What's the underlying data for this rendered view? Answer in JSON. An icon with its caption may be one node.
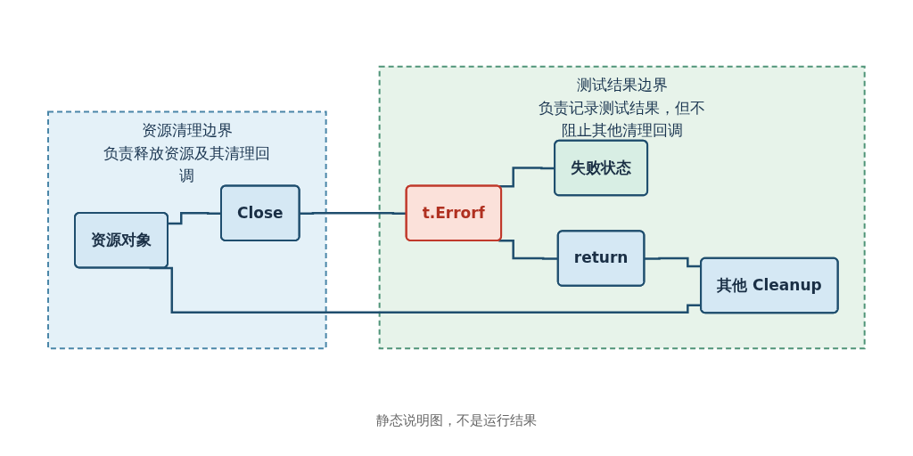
{
  "diagram": {
    "caption": "静态说明图，不是运行结果",
    "nodes": [
      {
        "text": [
          "资源清理边界",
          "负责释放资源及其清理回调"
        ]
      },
      {
        "text": [
          "资源对象"
        ],
        "in": 0
      },
      {
        "text": [
          "Close"
        ],
        "in": 0
      },
      {
        "text": [
          "测试结果边界",
          "负责记录测试结果，但不阻止其他清理回调"
        ]
      },
      {
        "text": [
          "t.Errorf"
        ],
        "in": 3
      },
      {
        "text": [
          "失败状态"
        ],
        "in": 3
      },
      {
        "text": [
          "return"
        ],
        "in": 3
      },
      {
        "text": [
          "其他 Cleanup"
        ],
        "in": 3
      }
    ],
    "edges": [
      {
        "from": 1,
        "to": 2,
        "arrow": "none"
      },
      {
        "from": 2,
        "to": 4,
        "arrow": "none"
      },
      {
        "from": 4,
        "to": 5,
        "arrow": "none"
      },
      {
        "from": 4,
        "to": 6,
        "arrow": "none"
      },
      {
        "from": 6,
        "to": 7,
        "arrow": "none"
      },
      {
        "from": 1,
        "to": 7,
        "arrow": "none"
      }
    ]
  }
}
